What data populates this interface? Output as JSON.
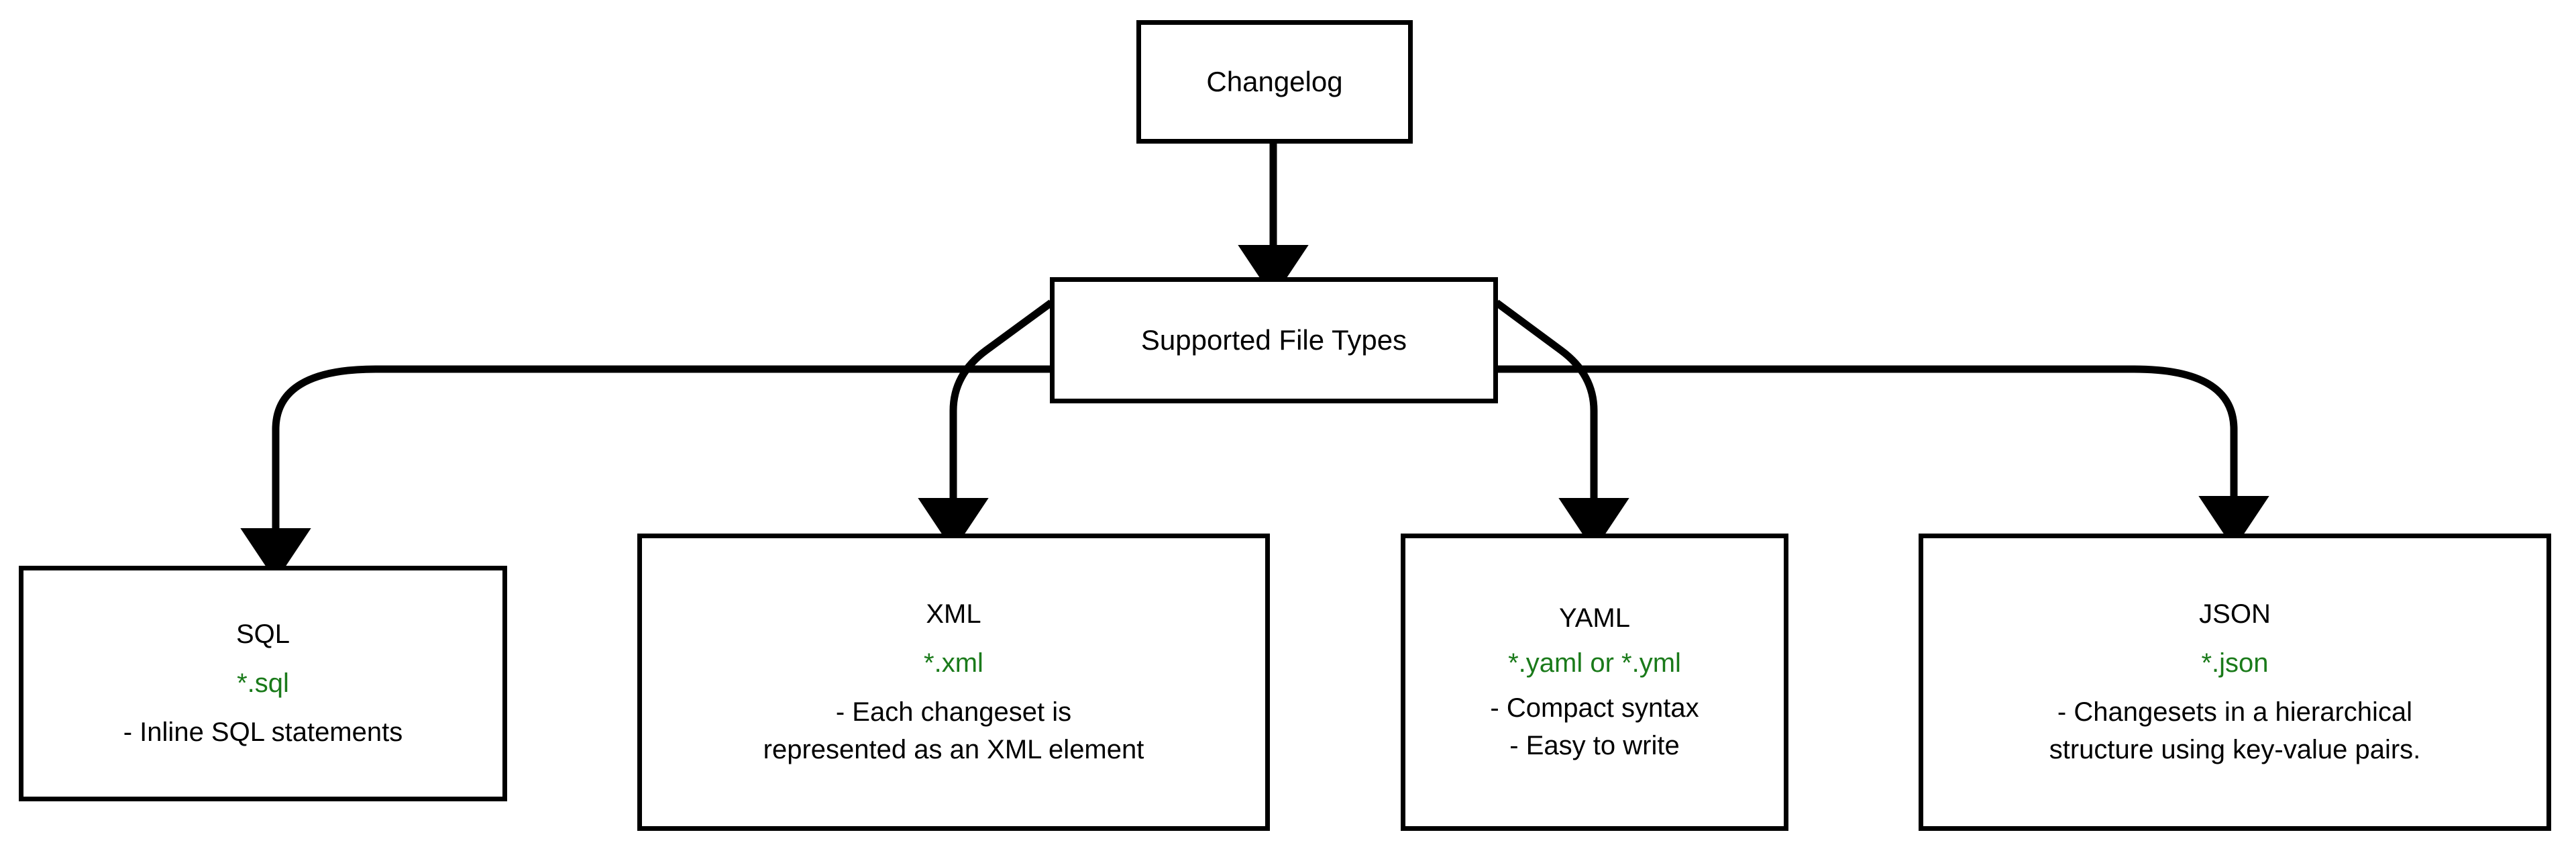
{
  "diagram": {
    "type": "flowchart",
    "background_color": "#ffffff",
    "border_color": "#000000",
    "text_color": "#000000",
    "accent_color": "#1a7a1a",
    "root": {
      "id": "changelog",
      "label": "Changelog"
    },
    "intermediate": {
      "id": "supported-file-types",
      "label": "Supported File Types"
    },
    "leaves": [
      {
        "id": "sql",
        "title": "SQL",
        "extension": "*.sql",
        "description_lines": [
          "- Inline SQL statements"
        ]
      },
      {
        "id": "xml",
        "title": "XML",
        "extension": "*.xml",
        "description_lines": [
          "- Each changeset is",
          "represented as an XML element"
        ]
      },
      {
        "id": "yaml",
        "title": "YAML",
        "extension": "*.yaml or *.yml",
        "description_lines": [
          "- Compact syntax",
          "- Easy to write"
        ]
      },
      {
        "id": "json",
        "title": "JSON",
        "extension": "*.json",
        "description_lines": [
          "- Changesets in a hierarchical",
          "structure using key-value pairs."
        ]
      }
    ],
    "edges": [
      {
        "from": "changelog",
        "to": "supported-file-types"
      },
      {
        "from": "supported-file-types",
        "to": "sql"
      },
      {
        "from": "supported-file-types",
        "to": "xml"
      },
      {
        "from": "supported-file-types",
        "to": "yaml"
      },
      {
        "from": "supported-file-types",
        "to": "json"
      }
    ]
  }
}
